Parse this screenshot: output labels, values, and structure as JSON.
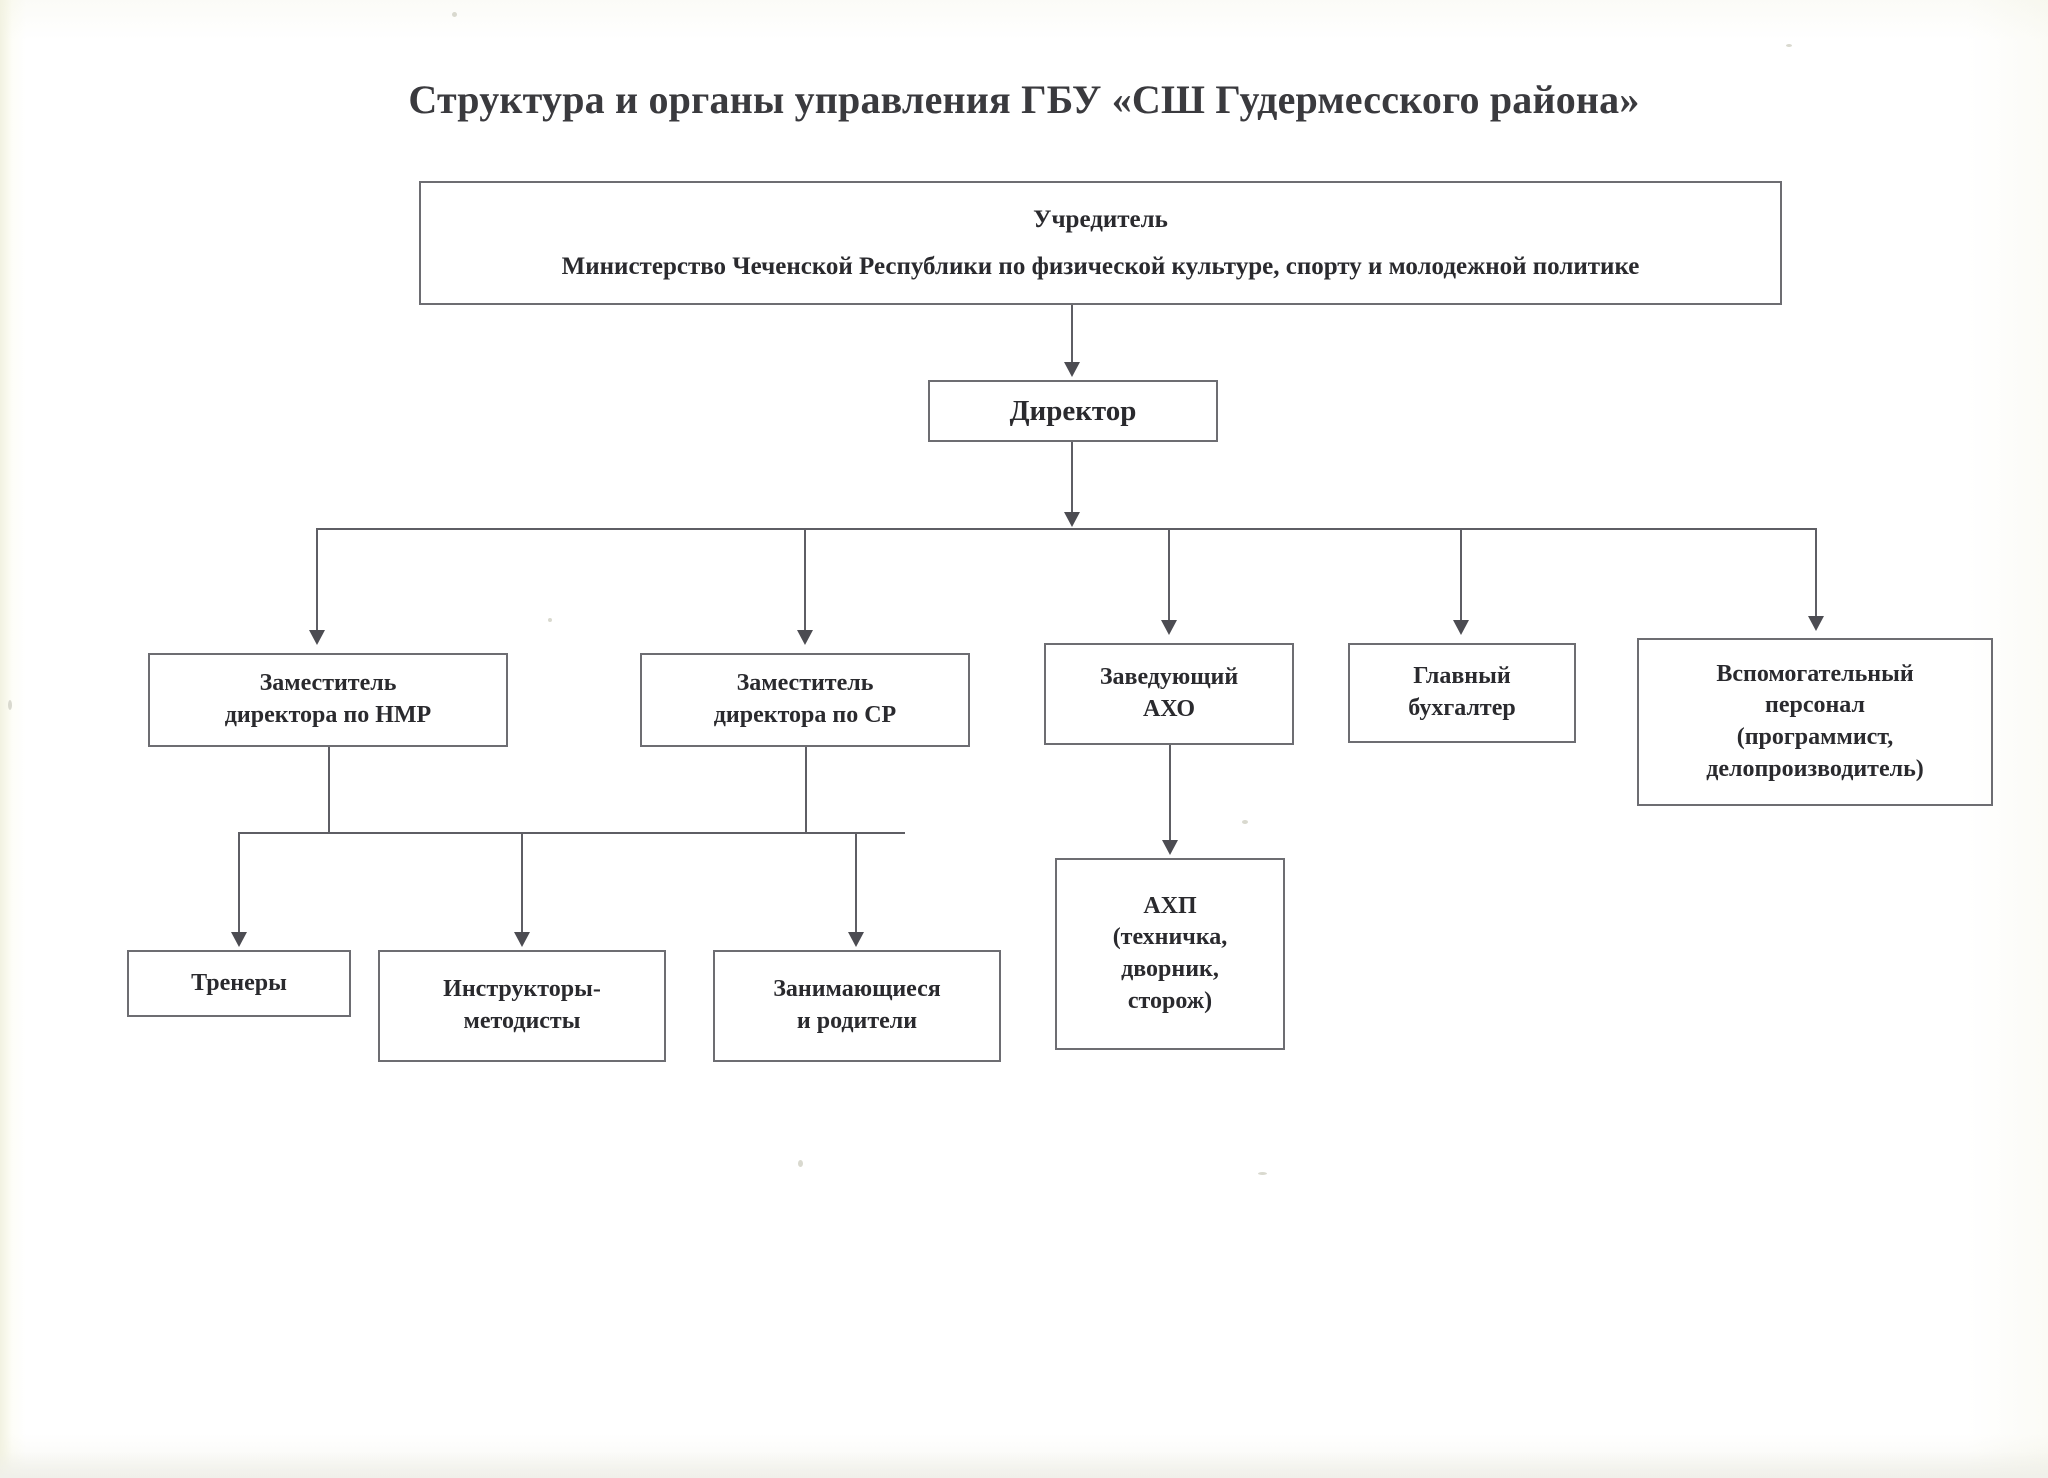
{
  "document": {
    "title": "Структура и органы управления ГБУ «СШ Гудермесского района»",
    "language": "ru"
  },
  "chart_title": "Структура и органы управления ГБУ «СШ Гудермесского района»",
  "org_chart": {
    "type": "organizational-hierarchy",
    "nodes": {
      "founder": {
        "label_line_1": "Учредитель",
        "label_line_2": "Министерство Чеченской Республики по физической культуре, спорту и молодежной политике"
      },
      "director": {
        "label": "Директор"
      },
      "deputy_nmr": {
        "label_line_1": "Заместитель",
        "label_line_2": "директора по НМР"
      },
      "deputy_sr": {
        "label_line_1": "Заместитель",
        "label_line_2": "директора по СР"
      },
      "aho": {
        "label_line_1": "Заведующий",
        "label_line_2": "АХО"
      },
      "accountant": {
        "label_line_1": "Главный",
        "label_line_2": "бухгалтер"
      },
      "support": {
        "label_line_1": "Вспомогательный",
        "label_line_2": "персонал",
        "label_line_3": "(программист,",
        "label_line_4": "делопроизводитель)"
      },
      "trainers": {
        "label": "Тренеры"
      },
      "instructors": {
        "label_line_1": "Инструкторы-",
        "label_line_2": "методисты"
      },
      "students": {
        "label_line_1": "Занимающиеся",
        "label_line_2": "и родители"
      },
      "ahp": {
        "label_line_1": "АХП",
        "label_line_2": "(техничка,",
        "label_line_3": "дворник,",
        "label_line_4": "сторож)"
      }
    },
    "edges": [
      {
        "from": "founder",
        "to": "director"
      },
      {
        "from": "director",
        "to": "deputy_nmr"
      },
      {
        "from": "director",
        "to": "deputy_sr"
      },
      {
        "from": "director",
        "to": "aho"
      },
      {
        "from": "director",
        "to": "accountant"
      },
      {
        "from": "director",
        "to": "support"
      },
      {
        "from": "deputy_nmr",
        "to": "trainers"
      },
      {
        "from": "deputy_nmr",
        "to": "instructors"
      },
      {
        "from": "deputy_nmr",
        "to": "students"
      },
      {
        "from": "deputy_sr",
        "to": "trainers"
      },
      {
        "from": "deputy_sr",
        "to": "instructors"
      },
      {
        "from": "deputy_sr",
        "to": "students"
      },
      {
        "from": "aho",
        "to": "ahp"
      }
    ]
  },
  "colors": {
    "page_background": "#fdfdfa",
    "box_border": "#6d6d72",
    "text": "#2a2a2e",
    "title_text": "#3a3a3e",
    "connector": "#5e5e64"
  }
}
